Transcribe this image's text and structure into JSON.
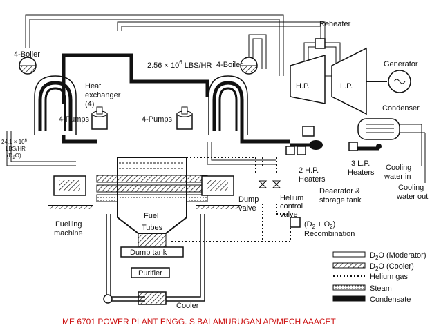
{
  "labels": {
    "reheater": "Reheater",
    "boiler_left": "4-Boiler",
    "boiler_right": "4-Boiler",
    "flow_rate": "2.56 × 10",
    "flow_rate_exp": "6",
    "flow_rate_unit": " LBS/HR",
    "heat_exchanger_1": "Heat",
    "heat_exchanger_2": "exchanger",
    "heat_exchanger_3": "(4)",
    "pumps_left": "4-Pumps",
    "pumps_right": "4-Pumps",
    "d2o_rate_1": "24.1 × 10",
    "d2o_rate_exp": "6",
    "d2o_rate_2": "LBS/HR",
    "d2o_rate_3": "(D",
    "d2o_rate_3b": "O)",
    "hp": "H.P.",
    "lp": "L.P.",
    "generator": "Generator",
    "condenser": "Condenser",
    "hp_heaters_1": "2 H.P.",
    "hp_heaters_2": "Heaters",
    "lp_heaters_1": "3 L.P.",
    "lp_heaters_2": "Heaters",
    "cooling_in_1": "Cooling",
    "cooling_in_2": "water in",
    "cooling_out_1": "Cooling",
    "cooling_out_2": "water out",
    "deaerator_1": "Deaerator &",
    "deaerator_2": "storage tank",
    "dump_valve_1": "Dump",
    "dump_valve_2": "valve",
    "helium_valve_1": "Helium",
    "helium_valve_2": "control",
    "helium_valve_3": "valve",
    "recomb_1": "(D",
    "recomb_1b": " + O",
    "recomb_1c": ")",
    "recomb_2": "Recombination",
    "fuelling_1": "Fuelling",
    "fuelling_2": "machine",
    "fuel": "Fuel",
    "tubes": "Tubes",
    "dump_tank": "Dump tank",
    "purifier": "Purifier",
    "cooler": "Cooler",
    "sub_2": "2"
  },
  "legend": [
    {
      "label": "D",
      "sub": "2",
      "rest": "O (Moderator)",
      "style": "moderator"
    },
    {
      "label": "D",
      "sub": "2",
      "rest": "O (Cooler)",
      "style": "cooler"
    },
    {
      "label": "Helium gas",
      "sub": "",
      "rest": "",
      "style": "helium"
    },
    {
      "label": "Steam",
      "sub": "",
      "rest": "",
      "style": "steam"
    },
    {
      "label": "Condensate",
      "sub": "",
      "rest": "",
      "style": "condensate"
    }
  ],
  "footer": "ME 6701   POWER PLANT ENGG.   S.BALAMURUGAN    AP/MECH   AAACET",
  "colors": {
    "line": "#111111",
    "footer": "#cc1111",
    "background": "#ffffff"
  }
}
